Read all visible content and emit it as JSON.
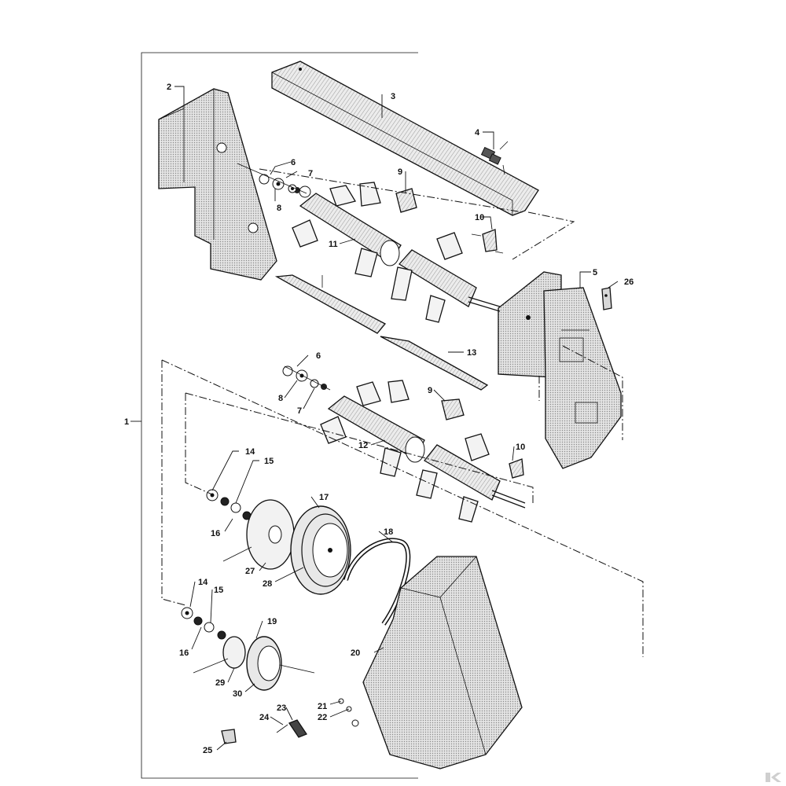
{
  "diagram": {
    "callouts": [
      {
        "id": "c1",
        "text": "1"
      },
      {
        "id": "c2",
        "text": "2"
      },
      {
        "id": "c3",
        "text": "3"
      },
      {
        "id": "c4",
        "text": "4"
      },
      {
        "id": "c5",
        "text": "5"
      },
      {
        "id": "c6a",
        "text": "6"
      },
      {
        "id": "c7a",
        "text": "7"
      },
      {
        "id": "c8a",
        "text": "8"
      },
      {
        "id": "c9a",
        "text": "9"
      },
      {
        "id": "c10a",
        "text": "10"
      },
      {
        "id": "c11",
        "text": "11"
      },
      {
        "id": "c26",
        "text": "26"
      },
      {
        "id": "c13",
        "text": "13"
      },
      {
        "id": "c6b",
        "text": "6"
      },
      {
        "id": "c8b",
        "text": "8"
      },
      {
        "id": "c7b",
        "text": "7"
      },
      {
        "id": "c9b",
        "text": "9"
      },
      {
        "id": "c12",
        "text": "12"
      },
      {
        "id": "c10b",
        "text": "10"
      },
      {
        "id": "c14a",
        "text": "14"
      },
      {
        "id": "c15a",
        "text": "15"
      },
      {
        "id": "c16a",
        "text": "16"
      },
      {
        "id": "c17",
        "text": "17"
      },
      {
        "id": "c18",
        "text": "18"
      },
      {
        "id": "c27",
        "text": "27"
      },
      {
        "id": "c28",
        "text": "28"
      },
      {
        "id": "c14b",
        "text": "14"
      },
      {
        "id": "c15b",
        "text": "15"
      },
      {
        "id": "c19",
        "text": "19"
      },
      {
        "id": "c16b",
        "text": "16"
      },
      {
        "id": "c29",
        "text": "29"
      },
      {
        "id": "c30",
        "text": "30"
      },
      {
        "id": "c20",
        "text": "20"
      },
      {
        "id": "c21",
        "text": "21"
      },
      {
        "id": "c22",
        "text": "22"
      },
      {
        "id": "c23",
        "text": "23"
      },
      {
        "id": "c24",
        "text": "24"
      },
      {
        "id": "c25",
        "text": "25"
      }
    ]
  },
  "colors": {
    "ink": "#111111",
    "fill": "#e6e6e6",
    "shade": "#bdbdbd",
    "paper": "#ffffff"
  }
}
